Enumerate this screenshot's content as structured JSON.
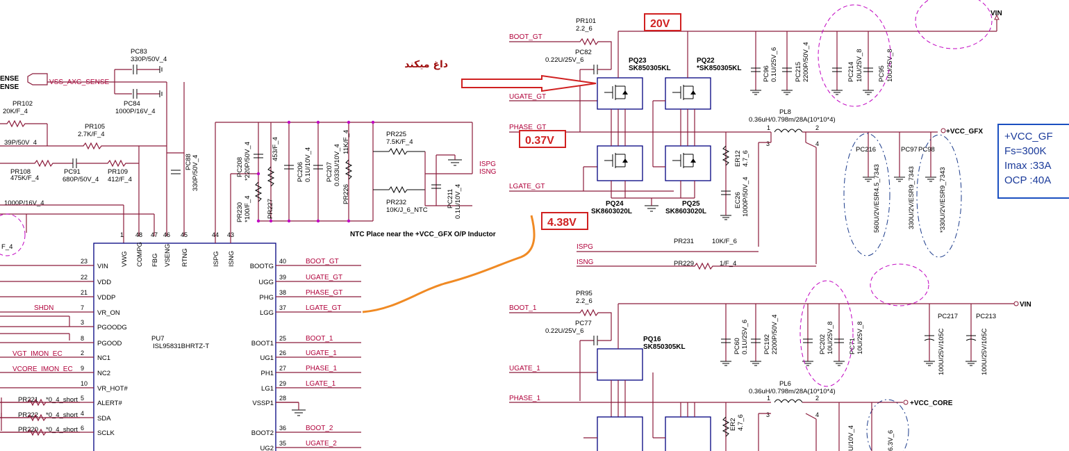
{
  "annotations": {
    "v20": "20V",
    "v037": "0.37V",
    "v438": "4.38V",
    "persian_note": "داغ میکند"
  },
  "spec_box": {
    "line1": "+VCC_GF",
    "line2": "Fs=300K",
    "line3": "Imax :33A",
    "line4": "OCP :40A"
  },
  "ic": {
    "ref": "PU7",
    "part": "ISL95831BHRTZ-T",
    "left_pins": [
      {
        "num": "23",
        "name": "VIN"
      },
      {
        "num": "22",
        "name": "VDD"
      },
      {
        "num": "21",
        "name": "VDDP"
      },
      {
        "num": "7",
        "name": "VR_ON"
      },
      {
        "num": "3",
        "name": "PGOODG"
      },
      {
        "num": "8",
        "name": "PGOOD"
      },
      {
        "num": "2",
        "name": "NC1"
      },
      {
        "num": "9",
        "name": "NC2"
      },
      {
        "num": "10",
        "name": "VR_HOT#"
      },
      {
        "num": "5",
        "name": "ALERT#"
      },
      {
        "num": "4",
        "name": "SDA"
      },
      {
        "num": "6",
        "name": "SCLK"
      }
    ],
    "right_pins": [
      {
        "num": "40",
        "name": "BOOTG",
        "net": "BOOT_GT"
      },
      {
        "num": "39",
        "name": "UGG",
        "net": "UGATE_GT"
      },
      {
        "num": "38",
        "name": "PHG",
        "net": "PHASE_GT"
      },
      {
        "num": "37",
        "name": "LGG",
        "net": "LGATE_GT"
      },
      {
        "num": "25",
        "name": "BOOT1",
        "net": "BOOT_1"
      },
      {
        "num": "26",
        "name": "UG1",
        "net": "UGATE_1"
      },
      {
        "num": "27",
        "name": "PH1",
        "net": "PHASE_1"
      },
      {
        "num": "29",
        "name": "LG1",
        "net": "LGATE_1"
      },
      {
        "num": "28",
        "name": "VSSP1",
        "net": ""
      },
      {
        "num": "36",
        "name": "BOOT2",
        "net": "BOOT_2"
      },
      {
        "num": "35",
        "name": "UG2",
        "net": "UGATE_2"
      }
    ],
    "top_pins": [
      {
        "num": "1",
        "name": "VWG"
      },
      {
        "num": "48",
        "name": "COMPG"
      },
      {
        "num": "47",
        "name": "FBG"
      },
      {
        "num": "46",
        "name": "VSENG"
      },
      {
        "num": "45",
        "name": "RTNG"
      },
      {
        "num": "44",
        "name": "ISPG"
      },
      {
        "num": "43",
        "name": "ISNG"
      }
    ]
  },
  "left_nets": {
    "shdn": "SHDN",
    "vgt_imon": "VGT_IMON_EC",
    "vcore_imon": "VCORE_IMON_EC",
    "vss_axg_sense": "VSS_AXG_SENSE",
    "sense1": "ENSE",
    "sense2": "ENSE"
  },
  "parts": {
    "pc83": [
      "PC83",
      "330P/50V_4"
    ],
    "pc84": [
      "PC84",
      "1000P/16V_4"
    ],
    "pr102": [
      "PR102",
      "20K/F_4"
    ],
    "pr105": [
      "PR105",
      "2.7K/F_4"
    ],
    "c39p": "39P/50V_4",
    "pr108": [
      "PR108",
      "475K/F_4"
    ],
    "pc91": [
      "PC91",
      "680P/50V_4"
    ],
    "pr109": [
      "PR109",
      "412/F_4"
    ],
    "pc88": [
      "PC88",
      "330P/50V_4"
    ],
    "c1000p": "1000P/16V_4",
    "f4": "F_4",
    "pc208": [
      "PC208",
      "*220P/50V_4"
    ],
    "r453": "453/F_4",
    "pr230": [
      "PR230",
      "*100/F_4"
    ],
    "pr227": "PR227",
    "pc206": [
      "PC206",
      "0.1U/10V_4"
    ],
    "pc207": [
      "PC207",
      "0.033U/10V_4"
    ],
    "pr226": [
      "PR226",
      "11K/F_4"
    ],
    "pr225": [
      "PR225",
      "7.5K/F_4"
    ],
    "pr232": [
      "PR232",
      "10K/J_6_NTC"
    ],
    "pc211": [
      "PC211",
      "0.1U/10V_4"
    ],
    "ntc_note": "NTC Place near the +VCC_GFX O/P Inductor",
    "ispg": "ISPG",
    "isng": "ISNG",
    "pr101": [
      "PR101",
      "2.2_6"
    ],
    "pc82": [
      "PC82",
      "0.22U/25V_6"
    ],
    "pq23": [
      "PQ23",
      "SK850305KL"
    ],
    "pq22": [
      "PQ22",
      "*SK850305KL"
    ],
    "pq24": [
      "PQ24",
      "SK8603020L"
    ],
    "pq25": [
      "PQ25",
      "SK8603020L"
    ],
    "pc96": [
      "PC96",
      "0.1U/25V_6"
    ],
    "pc215": [
      "PC215",
      "2200P/50V_4"
    ],
    "pc214": "PC214",
    "c10u_a": "10U/25V_8",
    "pc95": [
      "PC95",
      "10U/25V_8"
    ],
    "vin": "VIN",
    "pl8": [
      "PL8",
      "0.36uH/0.798m/28A(10*10*4)"
    ],
    "vcc_gfx": "+VCC_GFX",
    "er12": [
      "ER12",
      "4.7_6"
    ],
    "ec26": [
      "EC26",
      "1000P/50V_4"
    ],
    "pc216": [
      "PC216",
      "560U/2V/ESR4.5_7343"
    ],
    "pc97": [
      "PC97",
      "330U/2V/ESR9_7343"
    ],
    "pc98": [
      "PC98",
      "*330U/2V/ESR9_7343"
    ],
    "pr231": [
      "PR231",
      "10K/F_6"
    ],
    "pr229": [
      "PR229",
      "1/F_4"
    ],
    "pr95": [
      "PR95",
      "2.2_6"
    ],
    "pc77": [
      "PC77",
      "0.22U/25V_6"
    ],
    "pq16": [
      "PQ16",
      "SK850305KL"
    ],
    "pc60": [
      "PC60",
      "0.1U/25V_6"
    ],
    "pc192": [
      "PC192",
      "2200P/50V_4"
    ],
    "pc202": [
      "PC202",
      "10U/25V_8"
    ],
    "pc71": [
      "PC71",
      "10U/25V_8"
    ],
    "pc217": [
      "PC217",
      "100U/25V/105C"
    ],
    "pc213": [
      "PC213",
      "100U/25V/105C"
    ],
    "pl6": [
      "PL6",
      "0.36uH/0.798m/28A(10*10*4)"
    ],
    "vcc_core": "+VCC_CORE",
    "er2": [
      "ER2",
      "4.7_6"
    ],
    "pr221": [
      "PR221",
      "*0_4_short"
    ],
    "pr222": [
      "PR222",
      "*0_4_short"
    ],
    "pr220": [
      "PR220",
      "*0_4_short"
    ],
    "u10v4": "U/10V_4",
    "v63": "6.3V_6"
  },
  "colors": {
    "wire": "#8b1a3a",
    "net_text": "#b0003a",
    "ic_border": "#000080",
    "highlight": "#d02020",
    "orange_trace": "#f08a24",
    "spec_border": "#1a4fc0"
  }
}
